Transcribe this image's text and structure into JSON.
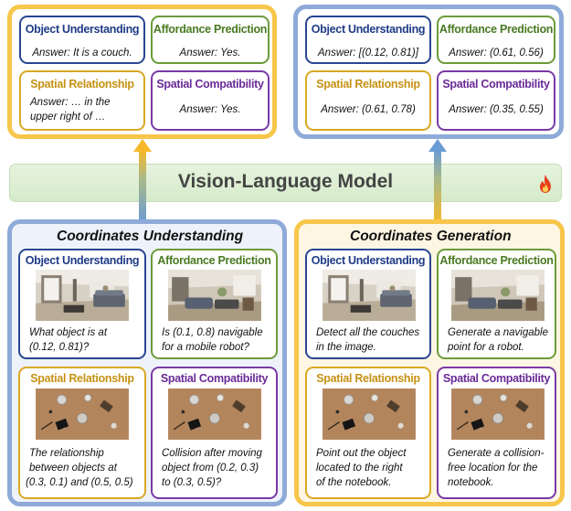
{
  "top_left": {
    "object_understanding": {
      "title": "Object Understanding",
      "answer": "Answer: It is a couch."
    },
    "affordance_prediction": {
      "title": "Affordance Prediction",
      "answer": "Answer: Yes."
    },
    "spatial_relationship": {
      "title": "Spatial Relationship",
      "answer_lines": [
        "Answer: … in the",
        "upper right of …"
      ]
    },
    "spatial_compatibility": {
      "title": "Spatial Compatibility",
      "answer": "Answer: Yes."
    }
  },
  "top_right": {
    "object_understanding": {
      "title": "Object Understanding",
      "answer": "Answer: [(0.12, 0.81)]"
    },
    "affordance_prediction": {
      "title": "Affordance Prediction",
      "answer": "Answer: (0.61, 0.56)"
    },
    "spatial_relationship": {
      "title": "Spatial Relationship",
      "answer": "Answer: (0.61, 0.78)"
    },
    "spatial_compatibility": {
      "title": "Spatial Compatibility",
      "answer": "Answer: (0.35,  0.55)"
    }
  },
  "model": {
    "label": "Vision-Language Model",
    "icon": "fire-icon"
  },
  "coords_understanding": {
    "title": "Coordinates Understanding",
    "object_understanding": {
      "title": "Object Understanding",
      "question_lines": [
        "What object is at",
        "(0.12, 0.81)?"
      ]
    },
    "affordance_prediction": {
      "title": "Affordance Prediction",
      "question_lines": [
        "Is (0.1, 0.8) navigable",
        "for a mobile robot?"
      ]
    },
    "spatial_relationship": {
      "title": "Spatial Relationship",
      "question_lines": [
        "The relationship",
        "between objects at",
        "(0.3, 0.1) and (0.5, 0.5)"
      ]
    },
    "spatial_compatibility": {
      "title": "Spatial Compatibility",
      "question_lines": [
        "Collision after moving",
        "object from (0.2, 0.3)",
        "to (0.3, 0.5)?"
      ]
    }
  },
  "coords_generation": {
    "title": "Coordinates Generation",
    "object_understanding": {
      "title": "Object Understanding",
      "question_lines": [
        "Detect all the couches",
        "in the image."
      ]
    },
    "affordance_prediction": {
      "title": "Affordance Prediction",
      "question_lines": [
        "Generate a navigable",
        "point for a robot."
      ]
    },
    "spatial_relationship": {
      "title": "Spatial Relationship",
      "question_lines": [
        "Point out the object",
        "located to the right",
        "of the notebook."
      ]
    },
    "spatial_compatibility": {
      "title": "Spatial Compatibility",
      "question_lines": [
        "Generate a collision-",
        "free location for the",
        "notebook."
      ]
    }
  },
  "colors": {
    "gold_frame": "#f7c64a",
    "blue_frame": "#8eaad8",
    "blue_bg": "#eef2fa",
    "gold_bg": "#fdf6e2",
    "model_bg": "#dff0d6",
    "arrow_gold": "#f6b929",
    "arrow_blue": "#6a9bd4"
  }
}
